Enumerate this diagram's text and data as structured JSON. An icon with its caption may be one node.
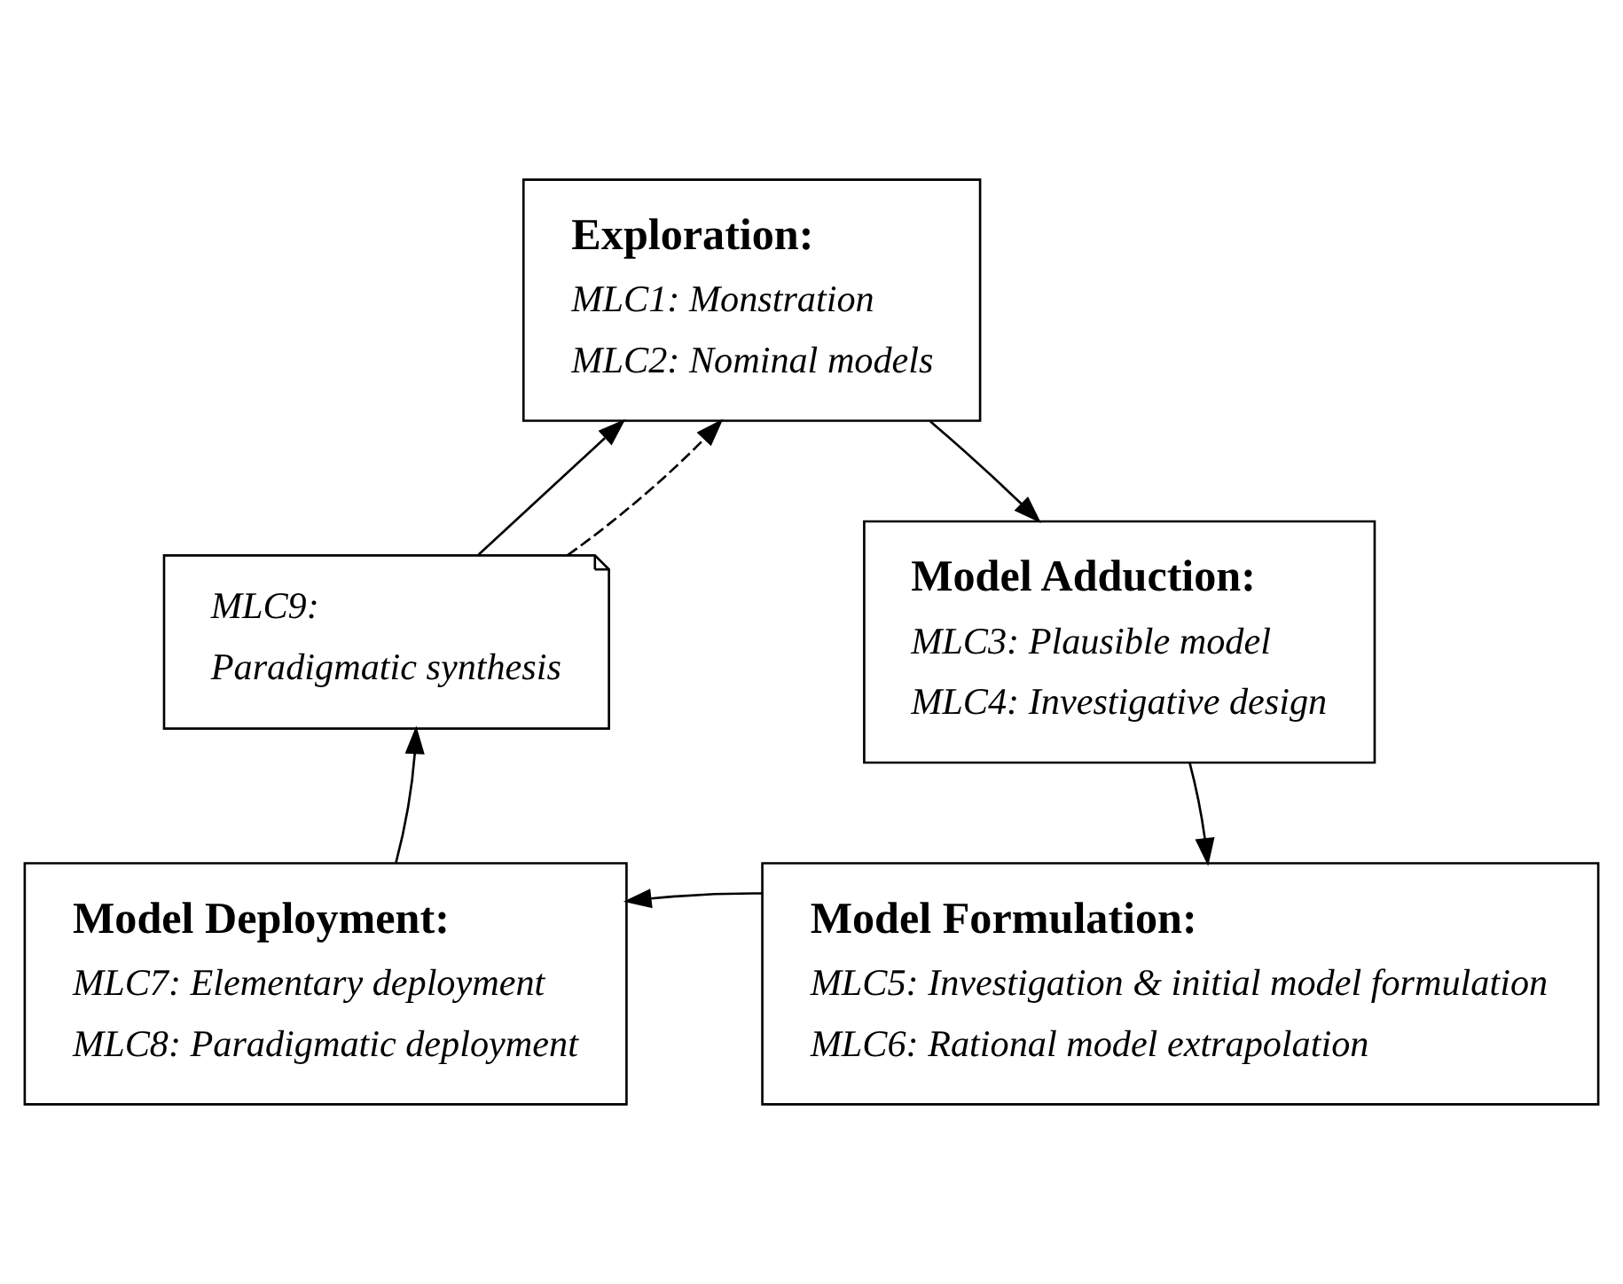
{
  "diagram": {
    "nodes": [
      {
        "text": [
          "Exploration:",
          "MLC1: Monstration",
          "MLC2: Nominal models"
        ]
      },
      {
        "text": [
          "MLC9:",
          "Paradigmatic synthesis"
        ]
      },
      {
        "text": [
          "Model Adduction:",
          "MLC3: Plausible model",
          "MLC4: Investigative design"
        ]
      },
      {
        "text": [
          "Model Deployment:",
          "MLC7: Elementary deployment",
          "MLC8: Paradigmatic deployment"
        ]
      },
      {
        "text": [
          "Model Formulation:",
          "MLC5: Investigation & initial model formulation",
          "MLC6: Rational model extrapolation"
        ]
      }
    ],
    "edges": [
      {
        "from": 1,
        "to": 0,
        "arrow": "to"
      },
      {
        "from": 0,
        "to": 2,
        "arrow": "to"
      },
      {
        "from": 2,
        "to": 4,
        "arrow": "to"
      },
      {
        "from": 4,
        "to": 3,
        "arrow": "to"
      },
      {
        "from": 3,
        "to": 1,
        "arrow": "to"
      },
      {
        "from": 1,
        "to": 0,
        "arrow": "to",
        "style": "dashed"
      }
    ]
  }
}
